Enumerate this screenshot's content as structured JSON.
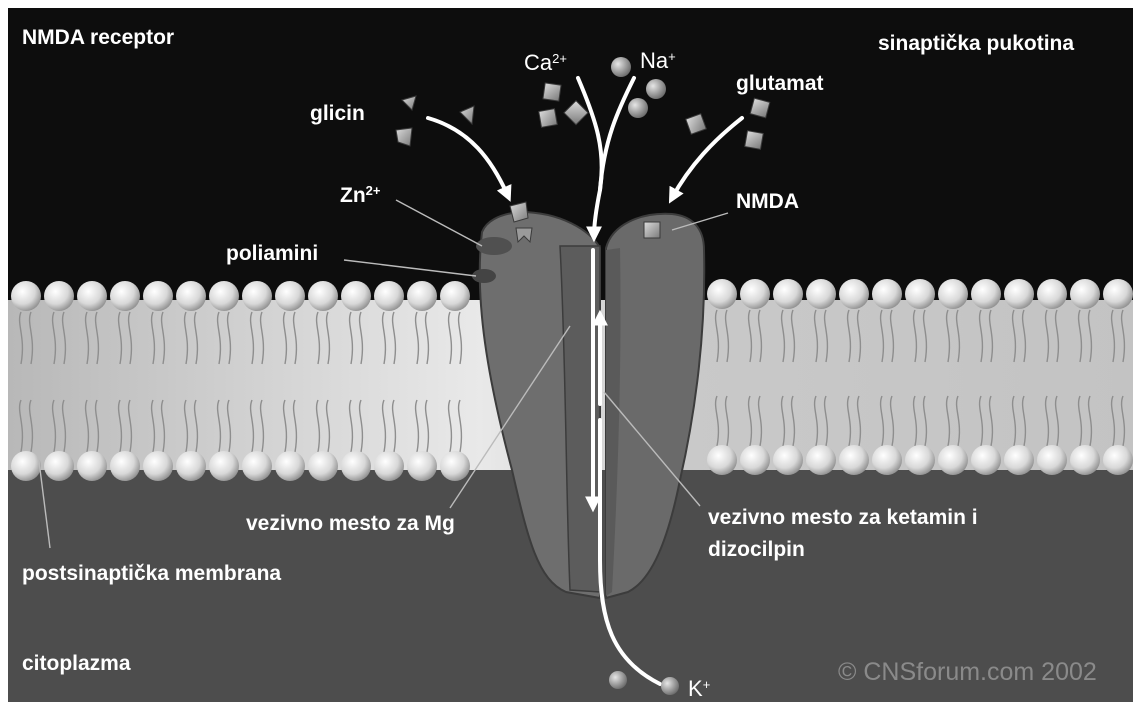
{
  "title": "NMDA receptor",
  "labels": {
    "synaptic_cleft": "sinaptička pukotina",
    "glycine": "glicin",
    "glutamate": "glutamat",
    "zinc": "Zn",
    "polyamines": "poliamini",
    "nmda_site": "NMDA",
    "mg_site": "vezivno mesto za Mg",
    "ketamine_site_line1": "vezivno mesto za ketamin i",
    "ketamine_site_line2": "dizocilpin",
    "postsynaptic_membrane": "postsinaptička membrana",
    "cytoplasm": "citoplazma"
  },
  "ions": {
    "calcium": {
      "symbol": "Ca",
      "charge": "2+"
    },
    "sodium": {
      "symbol": "Na",
      "charge": "+"
    },
    "zinc_charge": "2+",
    "potassium": {
      "symbol": "K",
      "charge": "+"
    }
  },
  "copyright": "© CNSforum.com 2002",
  "colors": {
    "cleft": "#0d0d0d",
    "cytoplasm": "#4d4d4d",
    "membrane_core": "#c4c4c4",
    "receptor": "#6e6e6e",
    "text": "#ffffff",
    "watermark": "#8a8a8a"
  }
}
